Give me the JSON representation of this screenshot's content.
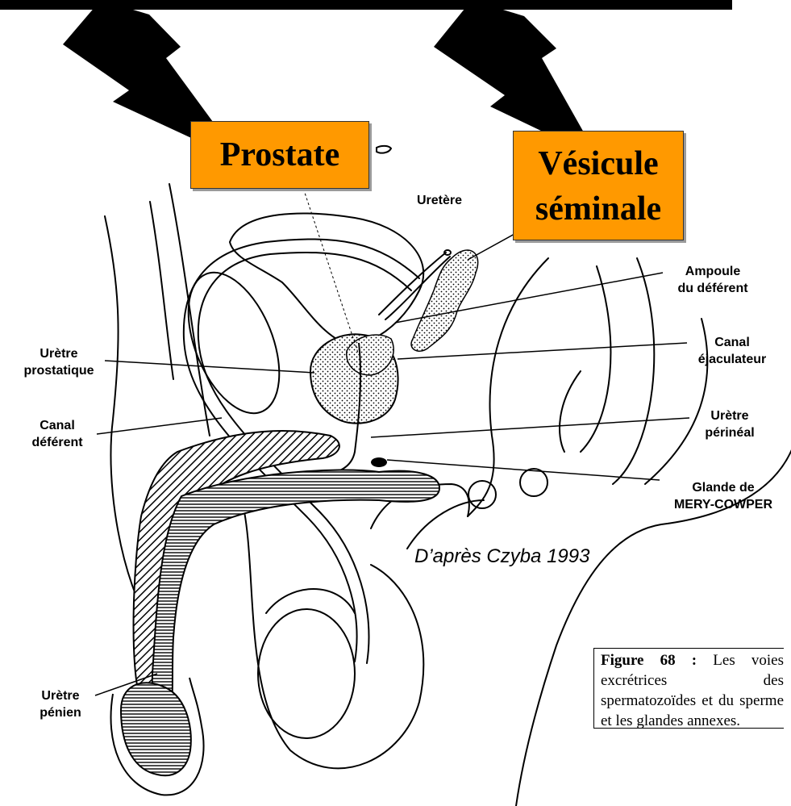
{
  "callouts": {
    "prostate": "Prostate",
    "vesicule_line1": "Vésicule",
    "vesicule_line2": "séminale"
  },
  "labels": {
    "uretere": "Uretère",
    "ampoule_l1": "Ampoule",
    "ampoule_l2": "du déférent",
    "canal_ejac_l1": "Canal",
    "canal_ejac_l2": "éjaculateur",
    "uretre_prost_l1": "Urètre",
    "uretre_prost_l2": "prostatique",
    "canal_def_l1": "Canal",
    "canal_def_l2": "déférent",
    "uretre_perin_l1": "Urètre",
    "uretre_perin_l2": "périnéal",
    "glande_l1": "Glande de",
    "glande_l2": "MERY-COWPER",
    "uretre_penien_l1": "Urètre",
    "uretre_penien_l2": "pénien"
  },
  "credit": "D’après Czyba 1993",
  "caption": {
    "bold": "Figure 68 :",
    "text": " Les voies excrétrices des spermatozoïdes et du sperme et les glandes annexes."
  },
  "colors": {
    "callout_fill": "#FF9900",
    "ink": "#000000"
  }
}
